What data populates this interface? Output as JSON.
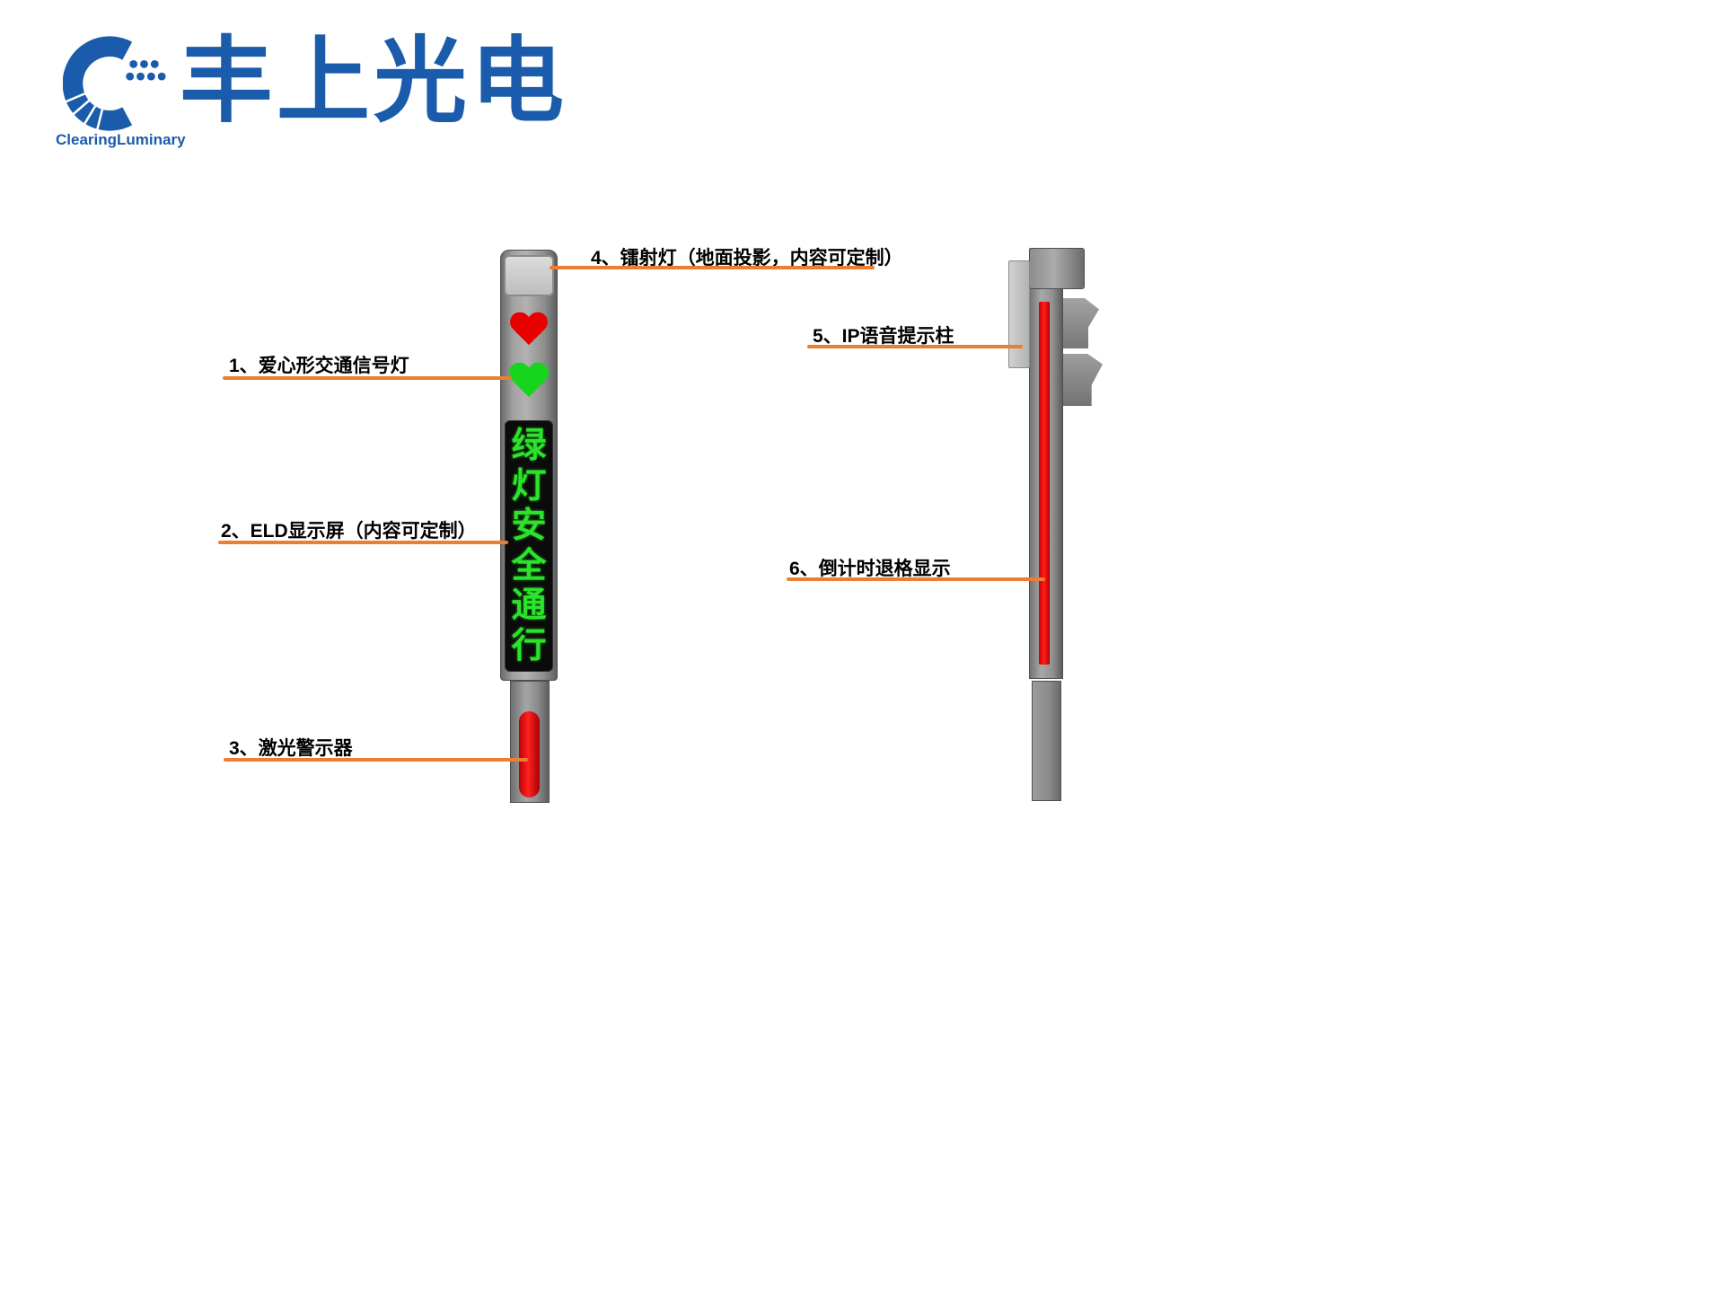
{
  "logo": {
    "company_cn": "丰上光电",
    "company_en": "ClearingLuminary"
  },
  "callouts": {
    "c1": "1、爱心形交通信号灯",
    "c2": "2、ELD显示屏（内容可定制）",
    "c3": "3、激光警示器",
    "c4": "4、镭射灯（地面投影，内容可定制）",
    "c5": "5、IP语音提示柱",
    "c6": "6、倒计时退格显示"
  },
  "display": {
    "chars": [
      "绿",
      "灯",
      "安",
      "全",
      "通",
      "行"
    ]
  },
  "icons": {
    "logo": "company-logo-icon"
  },
  "colors": {
    "brand_blue": "#1A5CAB",
    "callout_orange": "#ED7D31",
    "signal_red": "#E80000",
    "signal_green": "#17D41D",
    "led_green": "#2CE32C",
    "pole_gray": "#8D8D8D"
  }
}
